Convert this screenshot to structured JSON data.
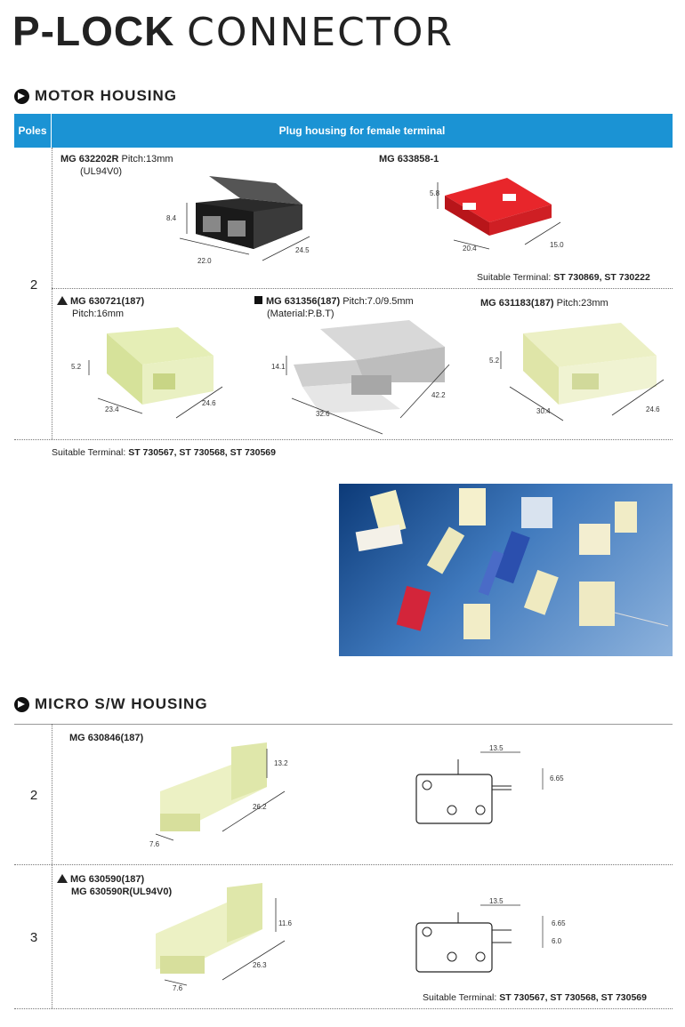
{
  "title": {
    "bold": "P-LOCK",
    "light": "CONNECTOR"
  },
  "motor": {
    "heading": "MOTOR  HOUSING",
    "header": {
      "poles": "Poles",
      "plug": "Plug housing for female terminal"
    },
    "poles": "2",
    "items": [
      {
        "part": "MG 632202R",
        "spec": "Pitch:13mm",
        "extra": "(UL94V0)",
        "dims": [
          "8.4",
          "22.0",
          "24.5"
        ]
      },
      {
        "part": "MG 633858-1",
        "dims": [
          "5.8",
          "20.4",
          "15.0"
        ]
      },
      {
        "part": "MG 630721(187)",
        "spec": "Pitch:16mm",
        "dims": [
          "5.2",
          "23.4",
          "24.6"
        ]
      },
      {
        "part": "MG 631356(187)",
        "spec": "Pitch:7.0/9.5mm",
        "extra": "(Material:P.B.T)",
        "dims": [
          "14.1",
          "32.6",
          "42.2"
        ]
      },
      {
        "part": "MG 631183(187)",
        "spec": "Pitch:23mm",
        "dims": [
          "5.2",
          "30.4",
          "24.6"
        ]
      }
    ],
    "suitable_1_label": "Suitable Terminal:",
    "suitable_1_value": "ST 730869, ST 730222",
    "suitable_2_label": "Suitable Terminal:",
    "suitable_2_value": "ST 730567, ST 730568, ST 730569"
  },
  "micro": {
    "heading": "MICRO  S/W  HOUSING",
    "rows": [
      {
        "poles": "2",
        "part": "MG 630846(187)",
        "dims": [
          "13.2",
          "26.2",
          "7.6"
        ],
        "sw_dims": [
          "13.5",
          "6.65"
        ]
      },
      {
        "poles": "3",
        "part1": "MG 630590(187)",
        "part2": "MG 630590R(UL94V0)",
        "dims": [
          "11.6",
          "26.3",
          "7.6"
        ],
        "sw_dims": [
          "13.5",
          "6.65",
          "6.0"
        ]
      }
    ],
    "suitable_label": "Suitable Terminal:",
    "suitable_value": "ST 730567,  ST 730568,  ST 730569"
  },
  "colors": {
    "header_blue": "#1b93d4",
    "photo_bg": "#2a5fa6"
  }
}
